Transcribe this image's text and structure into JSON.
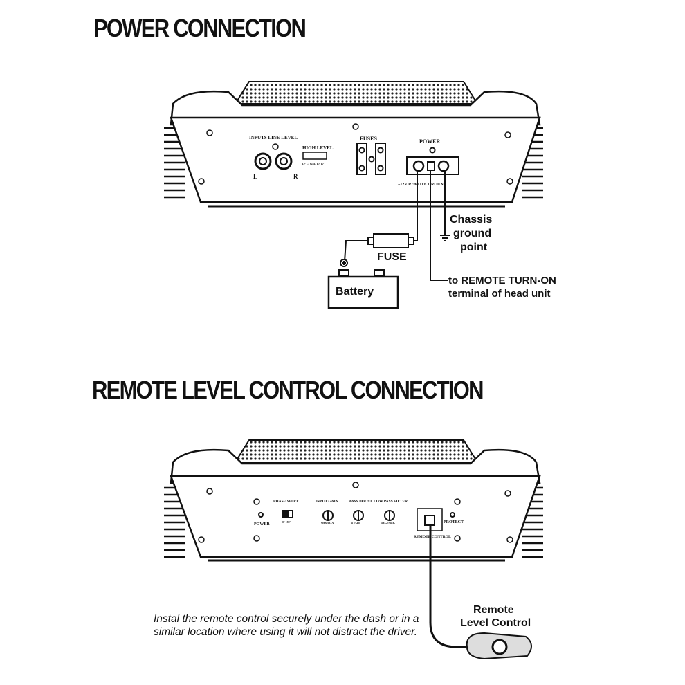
{
  "power_section": {
    "title": "POWER CONNECTION",
    "panel": {
      "inputs_line_level": "INPUTS LINE LEVEL",
      "left": "L",
      "right": "R",
      "high_level": "HIGH LEVEL",
      "high_level_pins": "L+ L- GND R+ R-",
      "fuses": "FUSES",
      "power": "POWER",
      "terminals": "+12V  REMOTE  GROUND"
    },
    "chassis_ground": [
      "Chassis",
      "ground",
      "point"
    ],
    "fuse_label": "FUSE",
    "battery_label": "Battery",
    "remote_turn_on": [
      "to REMOTE TURN-ON",
      "terminal of head unit"
    ]
  },
  "remote_section": {
    "title": "REMOTE LEVEL CONTROL CONNECTION",
    "panel": {
      "power": "POWER",
      "phase_shift": "PHASE SHIFT",
      "phase_range": "0°  180°",
      "input_gain": "INPUT GAIN",
      "gain_range": "MIN  MAX",
      "bass_boost": "BASS BOOST",
      "boost_range": "0  12dB",
      "low_pass_filter": "LOW PASS FILTER",
      "filter_range": "50Hz 150Hz",
      "remote_control": "REMOTE CONTROL",
      "protect": "PROTECT"
    },
    "remote_level_control": [
      "Remote",
      "Level Control"
    ],
    "note": "Instal the remote control securely under the dash or in a similar location where using it will not distract the driver."
  }
}
